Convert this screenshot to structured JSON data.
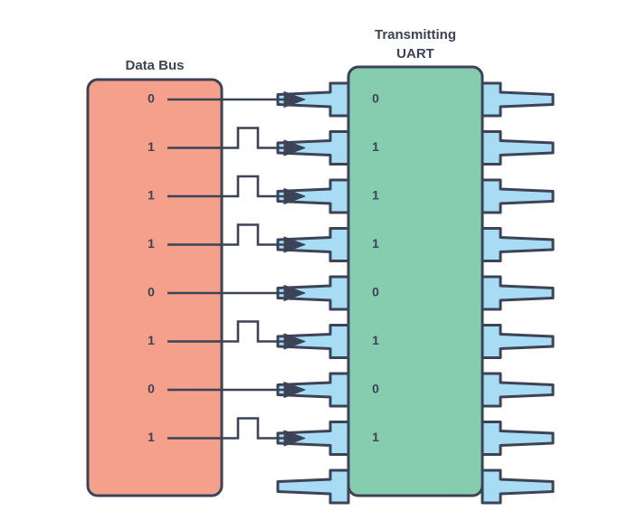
{
  "diagram": {
    "type": "uart-transmission-diagram",
    "background_color": "#ffffff",
    "stroke_color": "#3d4357",
    "data_bus": {
      "title": "Data Bus",
      "fill_color": "#f4a08a",
      "bits": [
        "0",
        "1",
        "1",
        "1",
        "0",
        "1",
        "0",
        "1"
      ]
    },
    "uart": {
      "title_line1": "Transmitting",
      "title_line2": "UART",
      "fill_color": "#85cdae",
      "pin_color": "#a8dcf5",
      "bits": [
        "0",
        "1",
        "1",
        "1",
        "0",
        "1",
        "0",
        "1"
      ],
      "pin_rows": 9,
      "unlabeled_pin_rows": 1
    },
    "signals": {
      "pulse_for_bit": "1",
      "flat_for_bit": "0",
      "arrow_direction": "left-to-right",
      "count": 8
    }
  }
}
